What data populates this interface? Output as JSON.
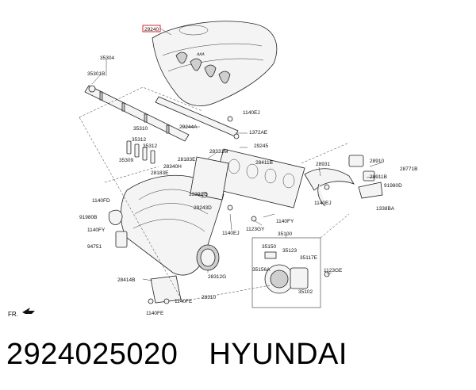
{
  "caption": {
    "part_number": "2924025020",
    "brand": "HYUNDAI"
  },
  "diagram": {
    "highlight_label": "29240",
    "highlight_color": "#d8202b",
    "direction_label": "FR.",
    "callouts": {
      "c29240": "29240",
      "c35304": "35304",
      "c35301B": "35301B",
      "c1140EJ_a": "1140EJ",
      "c29244A": "29244A",
      "c35310": "35310",
      "c35312_a": "35312",
      "c35312_b": "35312",
      "c35309": "35309",
      "c1372AE": "1372AE",
      "c29245": "29245",
      "c28331M": "28331M",
      "c28183E_a": "28183E",
      "c28340H": "28340H",
      "c28183E_b": "28183E",
      "c28411B": "28411B",
      "c28931": "28931",
      "c28910": "28910",
      "c28771B": "28771B",
      "c28911B": "28911B",
      "c91980D": "91980D",
      "c1339CD": "1339CD",
      "c1140EJ_b": "1140EJ",
      "c1338BA": "1338BA",
      "c1140FD": "1140FD",
      "c29243D": "29243D",
      "c1140FY_a": "1140FY",
      "c91980B": "91980B",
      "c1140FY_b": "1140FY",
      "c1123GY": "1123GY",
      "c1140EJ_c": "1140EJ",
      "c35100": "35100",
      "c94751": "94751",
      "c35150": "35150",
      "c35123": "35123",
      "c35117E": "35117E",
      "c35156A": "35156A",
      "c1123GE": "1123GE",
      "c28414B": "28414B",
      "c28312G": "28312G",
      "c1140FE_a": "1140FE",
      "c28310": "28310",
      "c35102": "35102",
      "c1140FE_b": "1140FE"
    }
  }
}
